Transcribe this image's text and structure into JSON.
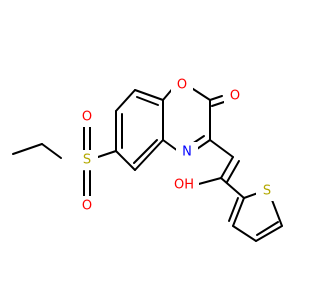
{
  "atoms": {
    "ring_oxygen": {
      "label": "O",
      "color": "#ff0000"
    },
    "carbonyl_oxygen": {
      "label": "O",
      "color": "#ff0000"
    },
    "sulfonyl_oxygen_top": {
      "label": "O",
      "color": "#ff0000"
    },
    "sulfonyl_oxygen_bottom": {
      "label": "O",
      "color": "#ff0000"
    },
    "sulfur_sulfonyl": {
      "label": "S",
      "color": "#b3a800"
    },
    "nitrogen": {
      "label": "N",
      "color": "#0000ff"
    },
    "hydroxyl": {
      "label": "OH",
      "color": "#ff0000"
    },
    "thiophene_sulfur": {
      "label": "S",
      "color": "#b3a800"
    }
  }
}
